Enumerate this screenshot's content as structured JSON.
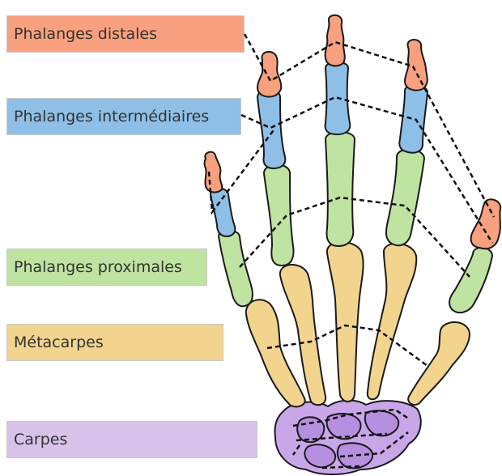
{
  "labels": {
    "distal": "Phalanges distales",
    "intermediate": "Phalanges intermédiaires",
    "proximal": "Phalanges proximales",
    "metacarpals": "Métacarpes",
    "carpals": "Carpes"
  },
  "colors": {
    "distal": "#f9a07e",
    "intermediate": "#8ebfe6",
    "proximal": "#bfe3a0",
    "metacarpals": "#f2d48e",
    "carpals": "#c9a6e8",
    "bone_outline": "#1a1a1a",
    "leader_lines": "#111111"
  }
}
